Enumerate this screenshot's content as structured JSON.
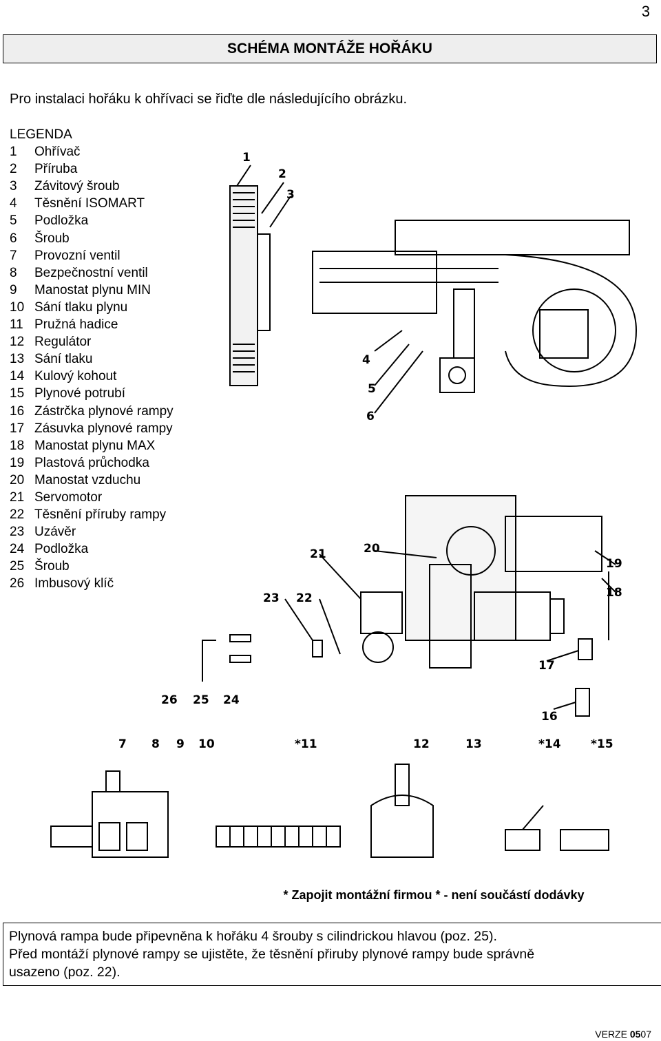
{
  "page_number": "3",
  "title": "SCHÉMA MONTÁŽE HOŘÁKU",
  "intro": "Pro instalaci hořáku k ohřívaci se řiďte dle následujícího obrázku.",
  "legend": {
    "heading": "LEGENDA",
    "items": [
      {
        "num": "1",
        "label": "Ohřívač"
      },
      {
        "num": "2",
        "label": "Příruba"
      },
      {
        "num": "3",
        "label": "Závitový šroub"
      },
      {
        "num": "4",
        "label": "Těsnění ISOMART"
      },
      {
        "num": "5",
        "label": "Podložka"
      },
      {
        "num": "6",
        "label": "Šroub"
      },
      {
        "num": "7",
        "label": "Provozní ventil"
      },
      {
        "num": "8",
        "label": "Bezpečnostní ventil"
      },
      {
        "num": "9",
        "label": "Manostat plynu MIN"
      },
      {
        "num": "10",
        "label": "Sání tlaku plynu"
      },
      {
        "num": "11",
        "label": "Pružná hadice"
      },
      {
        "num": "12",
        "label": "Regulátor"
      },
      {
        "num": "13",
        "label": "Sání tlaku"
      },
      {
        "num": "14",
        "label": "Kulový kohout"
      },
      {
        "num": "15",
        "label": "Plynové potrubí"
      },
      {
        "num": "16",
        "label": "Zástrčka plynové rampy"
      },
      {
        "num": "17",
        "label": "Zásuvka plynové rampy"
      },
      {
        "num": "18",
        "label": "Manostat plynu MAX"
      },
      {
        "num": "19",
        "label": "Plastová průchodka"
      },
      {
        "num": "20",
        "label": "Manostat vzduchu"
      },
      {
        "num": "21",
        "label": "Servomotor"
      },
      {
        "num": "22",
        "label": "Těsnění příruby rampy"
      },
      {
        "num": "23",
        "label": "Uzávěr"
      },
      {
        "num": "24",
        "label": "Podložka"
      },
      {
        "num": "25",
        "label": "Šroub"
      },
      {
        "num": "26",
        "label": "Imbusový klíč"
      }
    ]
  },
  "diagram_callouts": {
    "c1": "1",
    "c2": "2",
    "c3": "3",
    "c4": "4",
    "c5": "5",
    "c6": "6",
    "c7": "7",
    "c8": "8",
    "c9": "9",
    "c10": "10",
    "c11": "*11",
    "c12": "12",
    "c13": "13",
    "c14": "*14",
    "c15": "*15",
    "c16": "16",
    "c17": "17",
    "c18": "18",
    "c19": "19",
    "c20": "20",
    "c21": "21",
    "c22": "22",
    "c23": "23",
    "c24": "24",
    "c25": "25",
    "c26": "26"
  },
  "footnote": "* Zapojit montážní firmou * - není součástí dodávky",
  "note": {
    "line1": "Plynová rampa bude připevněna k hořáku 4 šrouby s cilindrickou hlavou (poz. 25).",
    "line2": "Před montáží plynové rampy se ujistěte, že těsnění přiruby plynové rampy bude správně",
    "line3": "usazeno (poz. 22)."
  },
  "version": {
    "prefix": "VERZE ",
    "bold": "05",
    "suffix": "07"
  }
}
